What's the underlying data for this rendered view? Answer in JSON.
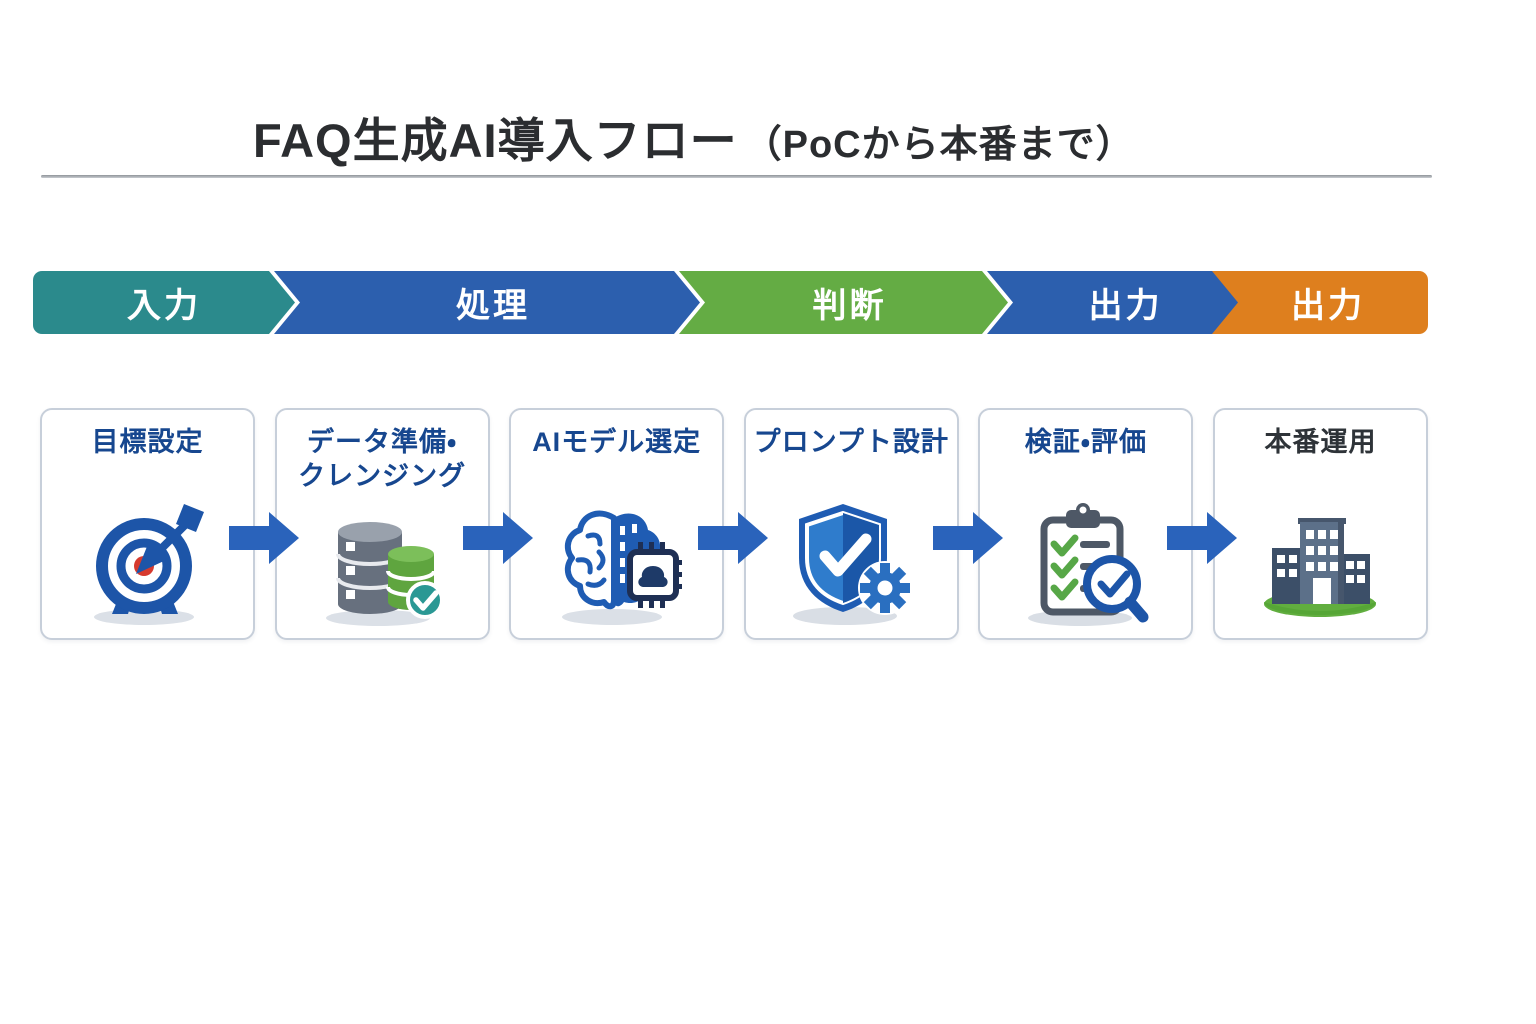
{
  "header": {
    "title_main": "FAQ生成AI導入フロー",
    "title_paren": "（PoCから本番まで）"
  },
  "pipeline_banner": {
    "stages": [
      {
        "label": "入力",
        "color": "#2B8A8C"
      },
      {
        "label": "処理",
        "color": "#2C5FAE"
      },
      {
        "label": "判断",
        "color": "#64AC44"
      },
      {
        "label": "出力",
        "color": "#2C5FAE"
      },
      {
        "label": "出力",
        "color": "#DE7F1E"
      }
    ]
  },
  "steps": [
    {
      "label": "目標設定",
      "icon": "target-icon",
      "label_color": "#17478F"
    },
    {
      "label": "データ準備・\nクレンジング",
      "icon": "database-check-icon",
      "label_color": "#17478F"
    },
    {
      "label": "AIモデル選定",
      "icon": "brain-chip-icon",
      "label_color": "#17478F"
    },
    {
      "label": "プロンプト設計",
      "icon": "shield-check-gear-icon",
      "label_color": "#17478F"
    },
    {
      "label": "検証・評価",
      "icon": "clipboard-magnifier-icon",
      "label_color": "#17478F"
    },
    {
      "label": "本番運用",
      "icon": "office-building-icon",
      "label_color": "#2E3338"
    }
  ],
  "connector": {
    "color": "#2A63BB"
  }
}
